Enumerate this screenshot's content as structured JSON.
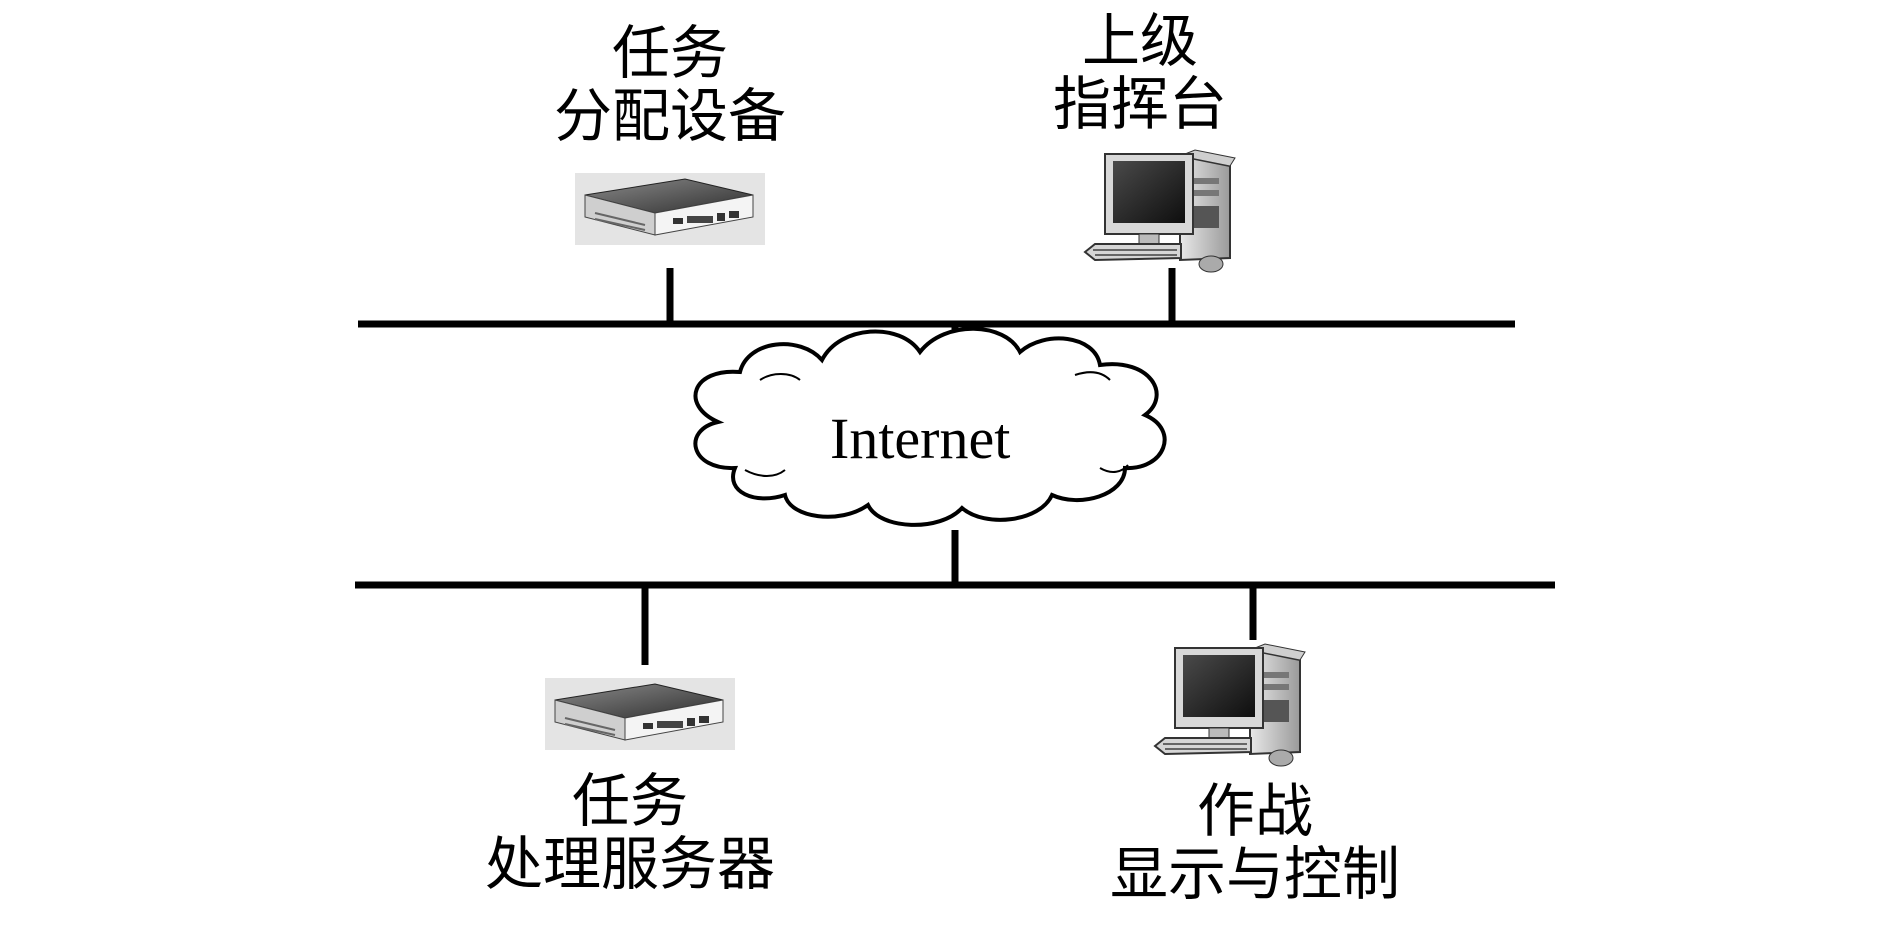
{
  "nodes": {
    "task_distributor": {
      "line1": "任务",
      "line2": "分配设备",
      "icon": "mini-pc-icon"
    },
    "upper_command": {
      "line1": "上级",
      "line2": "指挥台",
      "icon": "desktop-computer-icon"
    },
    "task_processor": {
      "line1": "任务",
      "line2": "处理服务器",
      "icon": "mini-pc-icon"
    },
    "combat_display": {
      "line1": "作战",
      "line2": "显示与控制",
      "icon": "desktop-computer-icon"
    }
  },
  "network": {
    "label": "Internet",
    "icon": "cloud-icon"
  }
}
